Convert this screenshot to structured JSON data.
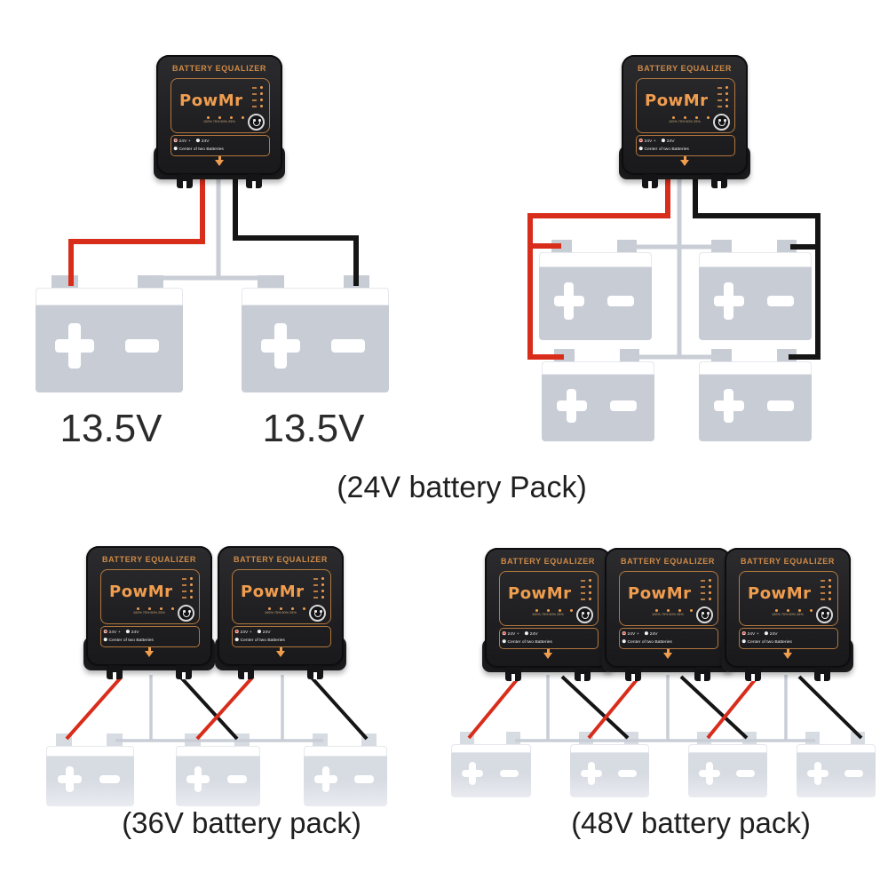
{
  "colors": {
    "wire_red": "#d92d1c",
    "wire_black": "#151515",
    "wire_gray": "#c9cdd5",
    "device_orange": "#cf8a46",
    "logo_orange": "#f09d4e",
    "battery_gray": "#c7ccd5",
    "battery_faded": "#d7dbe2"
  },
  "icons": {
    "down_arrow": "down-arrow",
    "power_emblem": "powmr-round-logo",
    "led_indicators": "status-leds"
  },
  "equalizer": {
    "title": "BATTERY EQUALIZER",
    "brand": "PowMr",
    "soc_labels": "100%  75%  50%  25%",
    "option_24v_plus": "24V +",
    "option_24v": "24V",
    "option_center": "Center of two Batteries"
  },
  "battery": {
    "positive_symbol": "+",
    "negative_symbol": "-"
  },
  "diagrams": {
    "pack24": {
      "caption": "(24V battery Pack)",
      "battery_labels": [
        "13.5V",
        "13.5V"
      ]
    },
    "pack36": {
      "caption": "(36V battery pack)"
    },
    "pack48": {
      "caption": "(48V battery pack)"
    }
  }
}
